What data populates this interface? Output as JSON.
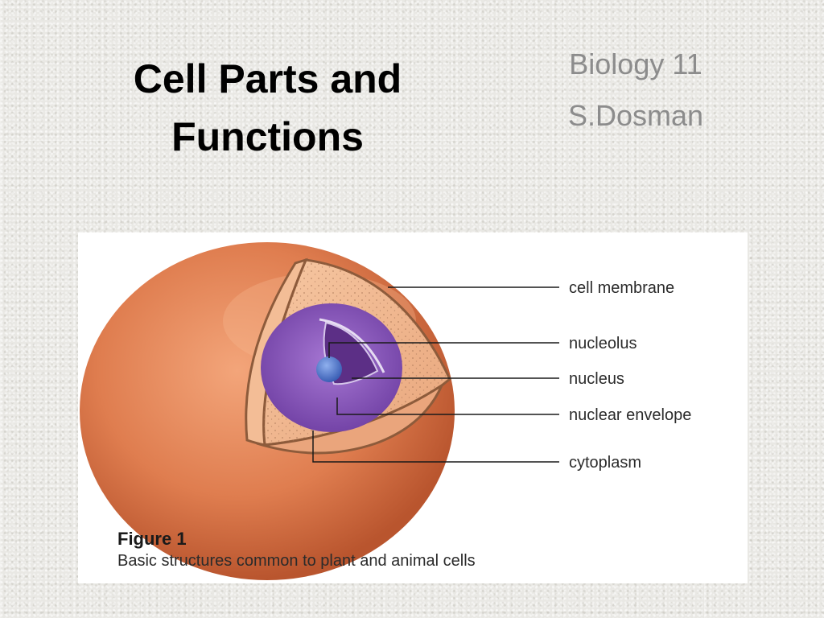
{
  "slide": {
    "title_line1": "Cell Parts and",
    "title_line2": "Functions",
    "subtitle_line1": "Biology 11",
    "subtitle_line2": "S.Dosman"
  },
  "figure": {
    "labels": {
      "cell_membrane": "cell membrane",
      "nucleolus": "nucleolus",
      "nucleus": "nucleus",
      "nuclear_envelope": "nuclear envelope",
      "cytoplasm": "cytoplasm"
    },
    "caption_title": "Figure 1",
    "caption_text": "Basic structures common to plant and animal cells"
  },
  "colors": {
    "cell_outer": "#d9764a",
    "cytoplasm": "#f0b890",
    "nucleus": "#8a5ab8",
    "nucleolus": "#4a72c8"
  }
}
